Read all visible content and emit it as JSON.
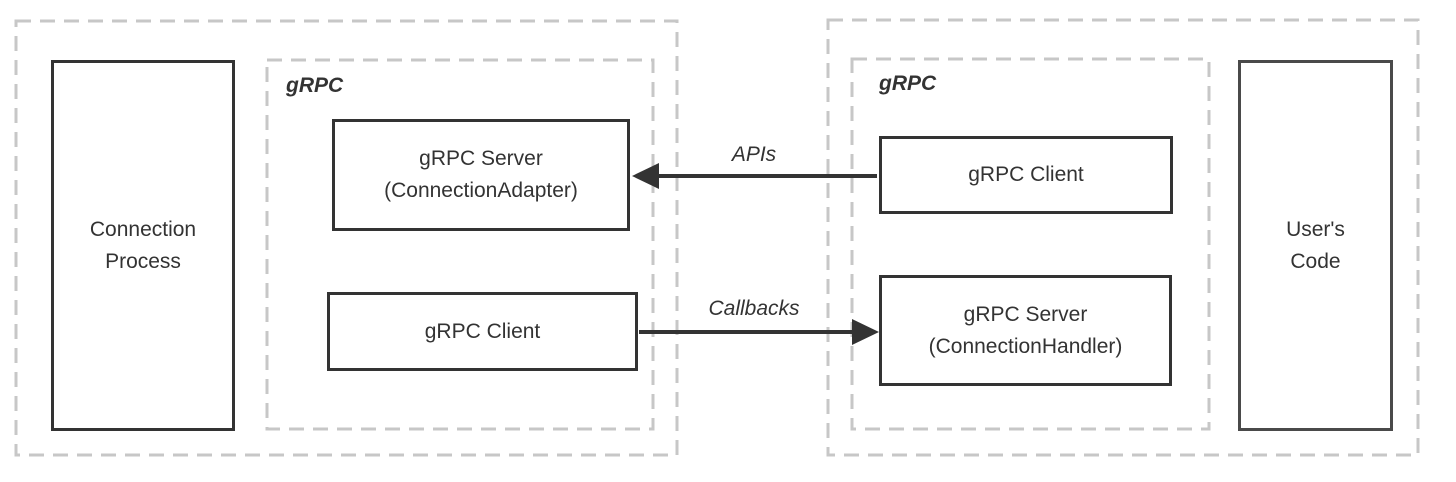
{
  "diagram": {
    "left_group": {
      "connection_process": {
        "line1": "Connection",
        "line2": "Process"
      },
      "grpc_container": {
        "label": "gRPC",
        "server_adapter": {
          "line1": "gRPC Server",
          "line2": "(ConnectionAdapter)"
        },
        "client": {
          "label": "gRPC Client"
        }
      }
    },
    "right_group": {
      "grpc_container": {
        "label": "gRPC",
        "client": {
          "label": "gRPC Client"
        },
        "server_handler": {
          "line1": "gRPC Server",
          "line2": "(ConnectionHandler)"
        }
      },
      "users_code": {
        "line1": "User's",
        "line2": "Code"
      }
    },
    "arrows": {
      "apis": {
        "label": "APIs",
        "direction": "left"
      },
      "callbacks": {
        "label": "Callbacks",
        "direction": "right"
      }
    },
    "colors": {
      "solid_line": "#333333",
      "dashed_line": "#c7c7c7",
      "text": "#333333",
      "background": "#ffffff"
    }
  }
}
